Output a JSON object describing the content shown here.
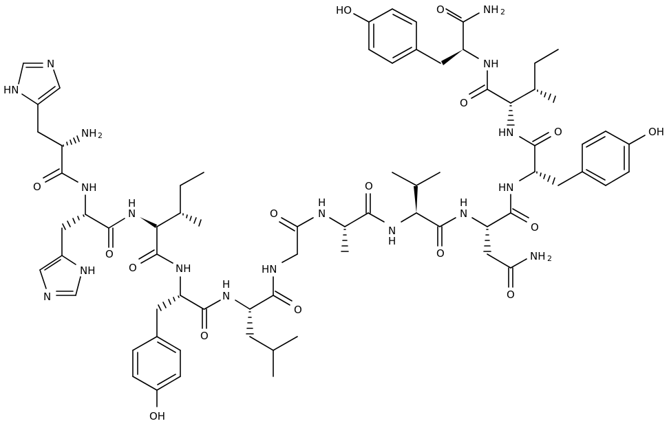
{
  "diagram": {
    "type": "chemical-structure",
    "description": "Skeletal formula of a linear peptide amide",
    "sequence": [
      "His",
      "His",
      "Ile",
      "Tyr",
      "Leu",
      "Gly",
      "Ala",
      "Val",
      "Asn",
      "Tyr",
      "Ile",
      "Tyr-NH2"
    ],
    "labels": {
      "his1_nh": "HN",
      "his1_n": "N",
      "his1_nh2": "NH",
      "his1_nh2_sub": "2",
      "his1_o": "O",
      "his1_amide_nh": "NH",
      "his2_nh": "NH",
      "his2_n": "N",
      "his2_o": "O",
      "his2_amide_h": "H",
      "his2_amide_n": "N",
      "ile3_o": "O",
      "ile3_amide_nh": "NH",
      "tyr4_o": "O",
      "tyr4_oh": "OH",
      "tyr4_amide_h": "H",
      "tyr4_amide_n": "N",
      "leu5_o": "O",
      "leu5_amide_hn": "HN",
      "gly6_o": "O",
      "gly6_amide_h": "H",
      "gly6_amide_n": "N",
      "ala7_o": "O",
      "ala7_amide_n": "N",
      "ala7_amide_h": "H",
      "val8_o": "O",
      "val8_amide_h": "H",
      "val8_amide_n": "N",
      "asn9_o": "O",
      "asn9_side_o": "O",
      "asn9_nh2": "NH",
      "asn9_nh2_sub": "2",
      "asn9_amide_hn": "HN",
      "tyr10_o": "O",
      "tyr10_oh": "OH",
      "tyr10_amide_hn": "HN",
      "ile11_o": "O",
      "ile11_amide_nh": "NH",
      "tyr12_o": "O",
      "tyr12_nh2": "NH",
      "tyr12_nh2_sub": "2",
      "tyr12_ho": "HO"
    }
  }
}
